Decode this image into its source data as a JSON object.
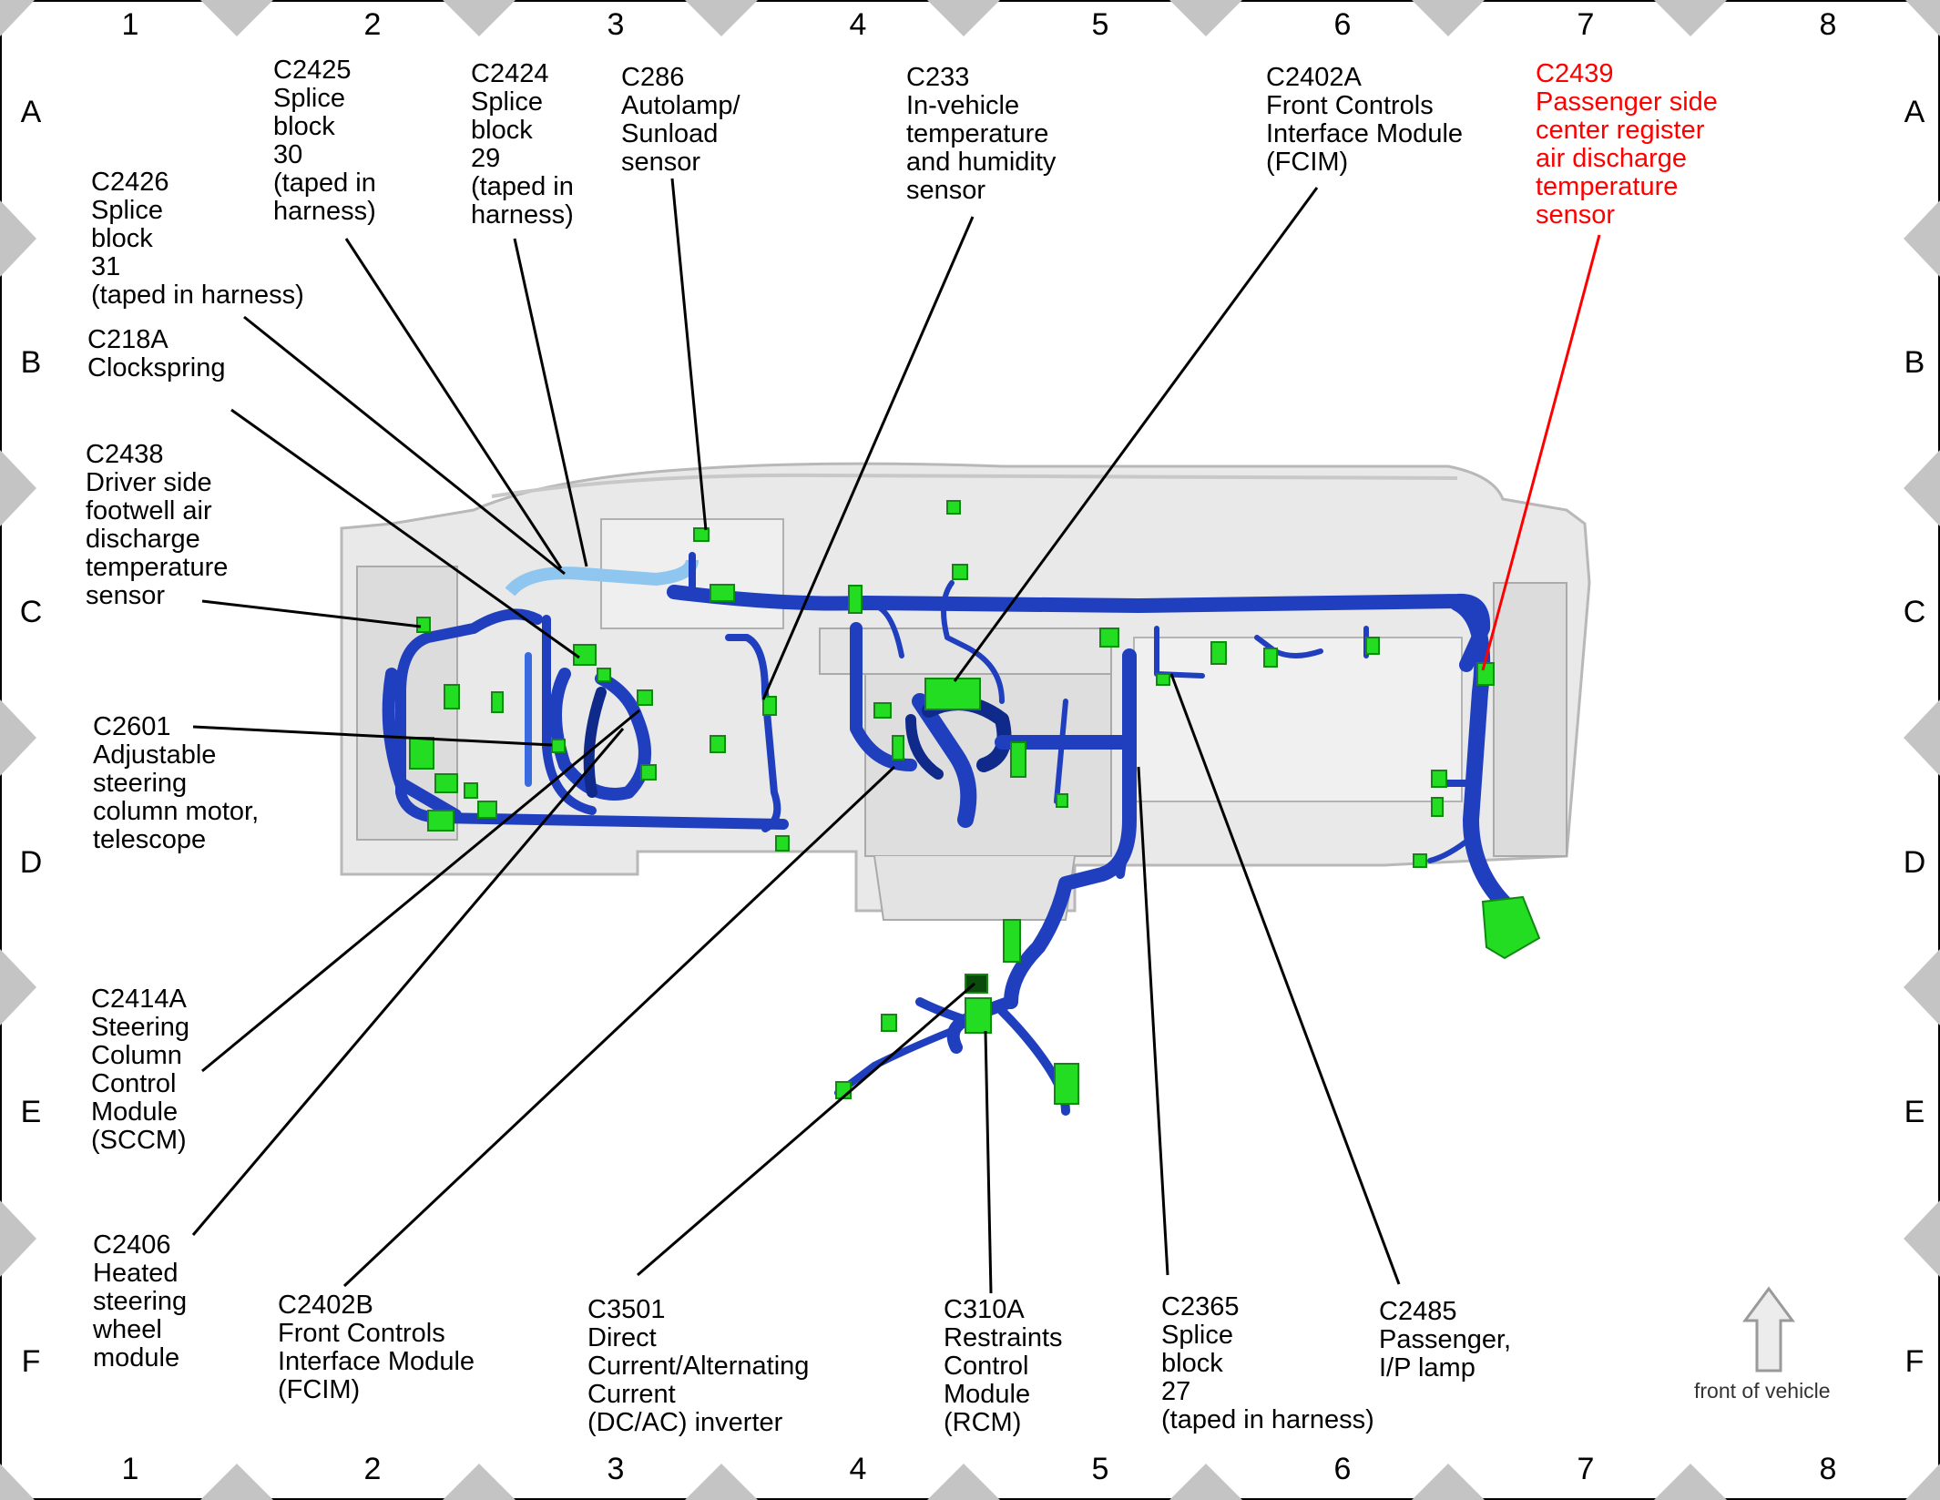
{
  "grid": {
    "columns": [
      "1",
      "2",
      "3",
      "4",
      "5",
      "6",
      "7",
      "8"
    ],
    "rows": [
      "A",
      "B",
      "C",
      "D",
      "E",
      "F"
    ]
  },
  "callouts": [
    {
      "id": "c2425",
      "text": "C2425\nSplice\nblock\n30\n(taped in\nharness)"
    },
    {
      "id": "c2424",
      "text": "C2424\nSplice\nblock\n29\n(taped in\nharness)"
    },
    {
      "id": "c286",
      "text": "C286\nAutolamp/\nSunload\nsensor"
    },
    {
      "id": "c233",
      "text": "C233\nIn-vehicle\ntemperature\nand humidity\nsensor"
    },
    {
      "id": "c2402a",
      "text": "C2402A\nFront Controls\nInterface Module\n(FCIM)"
    },
    {
      "id": "c2439",
      "text": "C2439\nPassenger side\ncenter register\nair discharge\ntemperature\nsensor",
      "color": "#ff0000"
    },
    {
      "id": "c2426",
      "text": "C2426\nSplice\nblock\n31\n(taped in harness)"
    },
    {
      "id": "c218a",
      "text": "C218A\nClockspring"
    },
    {
      "id": "c2438",
      "text": "C2438\nDriver side\nfootwell air\ndischarge\ntemperature\nsensor"
    },
    {
      "id": "c2601",
      "text": "C2601\nAdjustable\nsteering\ncolumn motor,\ntelescope"
    },
    {
      "id": "c2414a",
      "text": "C2414A\nSteering\nColumn\nControl\nModule\n(SCCM)"
    },
    {
      "id": "c2406",
      "text": "C2406\nHeated\nsteering\nwheel\nmodule"
    },
    {
      "id": "c2402b",
      "text": "C2402B\nFront Controls\nInterface Module\n(FCIM)"
    },
    {
      "id": "c3501",
      "text": "C3501\nDirect\nCurrent/Alternating\nCurrent\n(DC/AC) inverter"
    },
    {
      "id": "c310a",
      "text": "C310A\nRestraints\nControl\nModule\n(RCM)"
    },
    {
      "id": "c2365",
      "text": "C2365\nSplice\nblock\n27\n(taped in harness)"
    },
    {
      "id": "c2485",
      "text": "C2485\nPassenger,\nI/P lamp"
    }
  ],
  "front_of_vehicle": "front of vehicle",
  "colors": {
    "harness": "#1f3fbf",
    "harness_dark": "#0f2a8a",
    "connector": "#22dd22",
    "highlight": "#ff0000",
    "dash": "#d8d8d8",
    "frame_triangle": "#c4c4c4"
  }
}
